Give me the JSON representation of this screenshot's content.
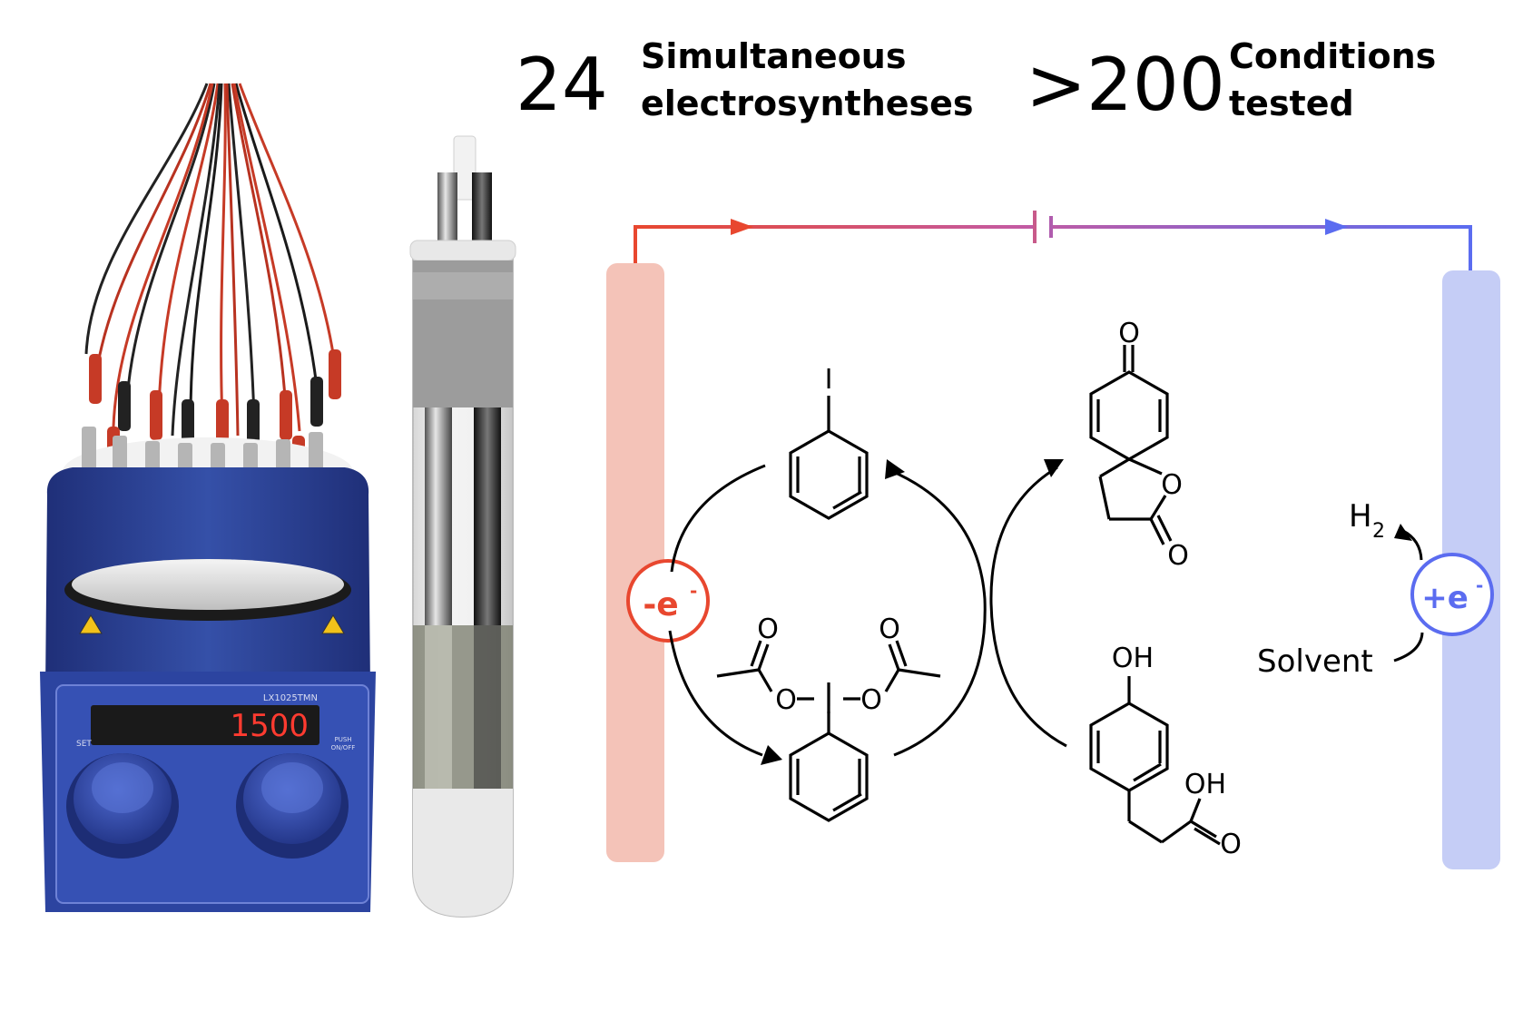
{
  "stats": [
    {
      "value": "24",
      "label_line1": "Simultaneous",
      "label_line2": "electrosyntheses"
    },
    {
      "value": ">200",
      "label_line1": "Conditions",
      "label_line2": "tested"
    }
  ],
  "device": {
    "display_reading": "1500",
    "model_label": "LX1025TMN",
    "set_label": "SET",
    "push_label": "PUSH",
    "onoff_label": "ON/OFF"
  },
  "electrodes": {
    "anode_label": "-e",
    "anode_sup": "-",
    "cathode_label": "+e",
    "cathode_sup": "-"
  },
  "cathode_side": {
    "h2_main": "H",
    "h2_sub": "2",
    "solvent": "Solvent"
  },
  "molecules": {
    "iodo_atom": "I",
    "diacetoxy_o_left_carbonyl": "O",
    "diacetoxy_o_right_carbonyl": "O",
    "diacetoxy_o_left_ester": "O",
    "diacetoxy_o_right_ester": "O",
    "diacetoxy_iodine": "I",
    "spiro_o_ketone": "O",
    "spiro_o_ring": "O",
    "spiro_o_carbonyl": "O",
    "phenol_oh": "OH",
    "acid_oh": "OH",
    "acid_o": "O"
  },
  "colors": {
    "anode": "#e8472f",
    "anode_fill": "#f4c3b8",
    "cathode": "#5b6cf0",
    "cathode_fill": "#c5cdf6",
    "device_blue": "#2b3f8f"
  }
}
